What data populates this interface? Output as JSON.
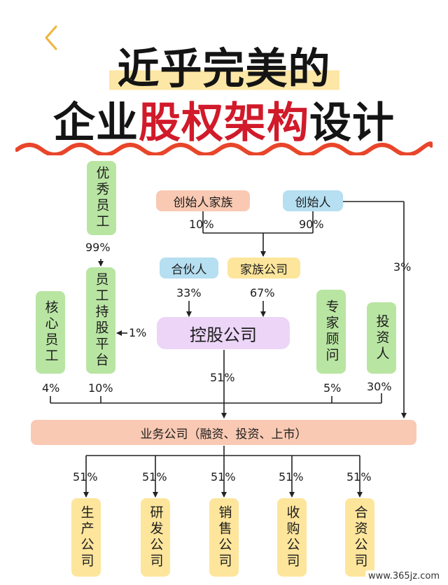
{
  "header": {
    "title_line1": "近乎完美的",
    "title_line2_normal1": "企业",
    "title_line2_accent": "股权架构",
    "title_line2_normal2": "设计",
    "accent_color": "#d11a2a"
  },
  "nodes": {
    "excellent_staff": "优秀员工",
    "founder_family": "创始人家族",
    "founder": "创始人",
    "partner": "合伙人",
    "family_company": "家族公司",
    "core_staff": "核心员工",
    "staff_platform": "员工持股平台",
    "holding_company": "控股公司",
    "expert_advisor": "专家顾问",
    "investor": "投资人",
    "business_company": "业务公司（融资、投资、上市）",
    "production_company": "生产公司",
    "rnd_company": "研发公司",
    "sales_company": "销售公司",
    "acquisition_company": "收购公司",
    "jv_company": "合资公司"
  },
  "percentages": {
    "excellent_to_platform": "99%",
    "family_to_familyco": "10%",
    "founder_to_familyco": "90%",
    "founder_to_business": "3%",
    "partner_to_holding": "33%",
    "familyco_to_holding": "67%",
    "holding_to_platform": "1%",
    "core_to_business": "4%",
    "platform_to_business": "10%",
    "holding_to_business": "51%",
    "expert_to_business": "5%",
    "investor_to_business": "30%",
    "to_production": "51%",
    "to_rnd": "51%",
    "to_sales": "51%",
    "to_acquisition": "51%",
    "to_jv": "51%"
  },
  "colors": {
    "green": "#b9e5a3",
    "blue": "#b6dff1",
    "peach": "#f9c9b3",
    "yellow": "#fde59c",
    "purple": "#ecd5f7",
    "wave": "#e8452a",
    "back_chevron": "#f0b43c"
  },
  "icons": {
    "back": "chevron-left-icon"
  },
  "watermark": "www.365jz.com"
}
